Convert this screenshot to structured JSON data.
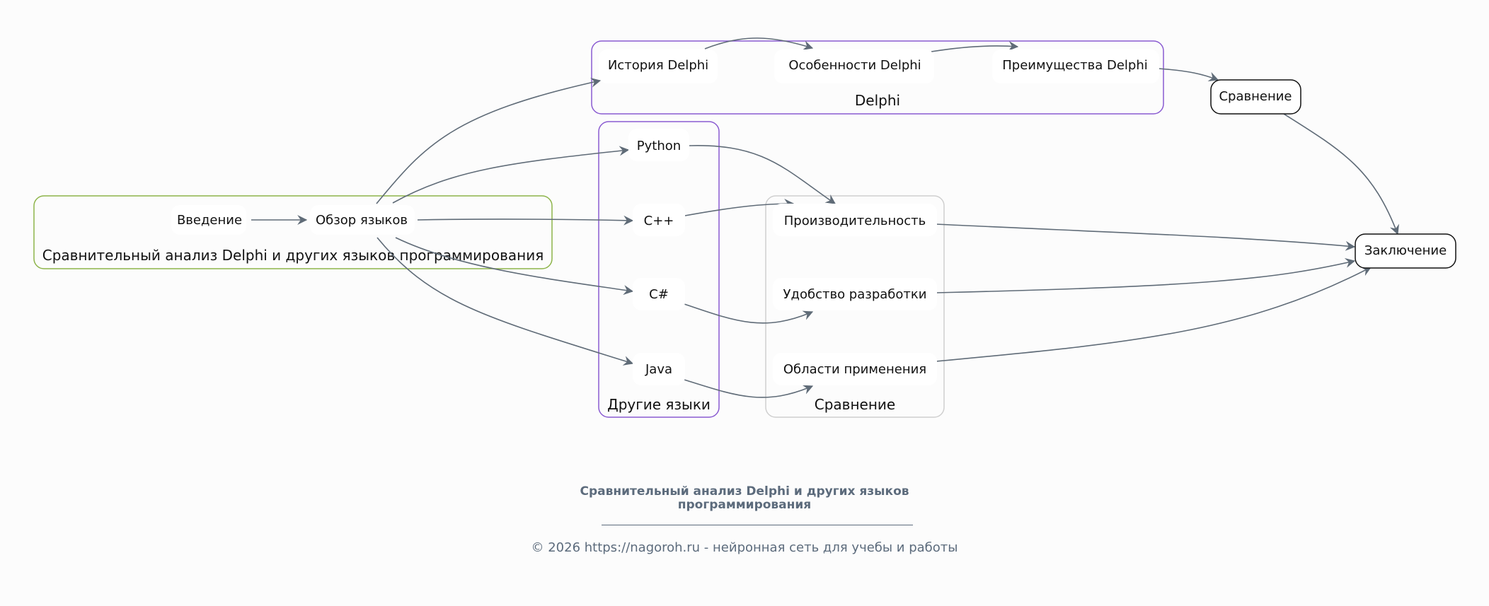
{
  "clusters": {
    "main": {
      "label": "Сравнительный анализ Delphi и других языков программирования",
      "color": "#8db44a"
    },
    "delphi": {
      "label": "Delphi",
      "color": "#8a5bd1"
    },
    "other_languages": {
      "label": "Другие языки",
      "color": "#8a5bd1"
    },
    "comparison": {
      "label": "Сравнение",
      "color": "#cfcfcf"
    }
  },
  "nodes": {
    "intro": "Введение",
    "overview": "Обзор языков",
    "delphi_history": "История Delphi",
    "delphi_features": "Особенности Delphi",
    "delphi_advantages": "Преимущества Delphi",
    "python": "Python",
    "cpp": "C++",
    "csharp": "C#",
    "java": "Java",
    "performance": "Производительность",
    "dev_convenience": "Удобство разработки",
    "applications": "Области применения",
    "comparison": "Сравнение",
    "conclusion": "Заключение"
  },
  "edges": [
    [
      "intro",
      "overview"
    ],
    [
      "overview",
      "delphi_history"
    ],
    [
      "overview",
      "python"
    ],
    [
      "overview",
      "cpp"
    ],
    [
      "overview",
      "csharp"
    ],
    [
      "overview",
      "java"
    ],
    [
      "delphi_history",
      "delphi_features"
    ],
    [
      "delphi_features",
      "delphi_advantages"
    ],
    [
      "delphi_advantages",
      "comparison"
    ],
    [
      "python",
      "performance"
    ],
    [
      "cpp",
      "performance"
    ],
    [
      "csharp",
      "dev_convenience"
    ],
    [
      "java",
      "applications"
    ],
    [
      "comparison",
      "conclusion"
    ],
    [
      "performance",
      "conclusion"
    ],
    [
      "dev_convenience",
      "conclusion"
    ],
    [
      "applications",
      "conclusion"
    ]
  ],
  "edge_color": "#5f6b77",
  "footer": {
    "title_line1": "Сравнительный анализ Delphi и других языков",
    "title_line2": "программирования",
    "copyright": "© 2026 https://nagoroh.ru - нейронная сеть для учебы и работы"
  }
}
